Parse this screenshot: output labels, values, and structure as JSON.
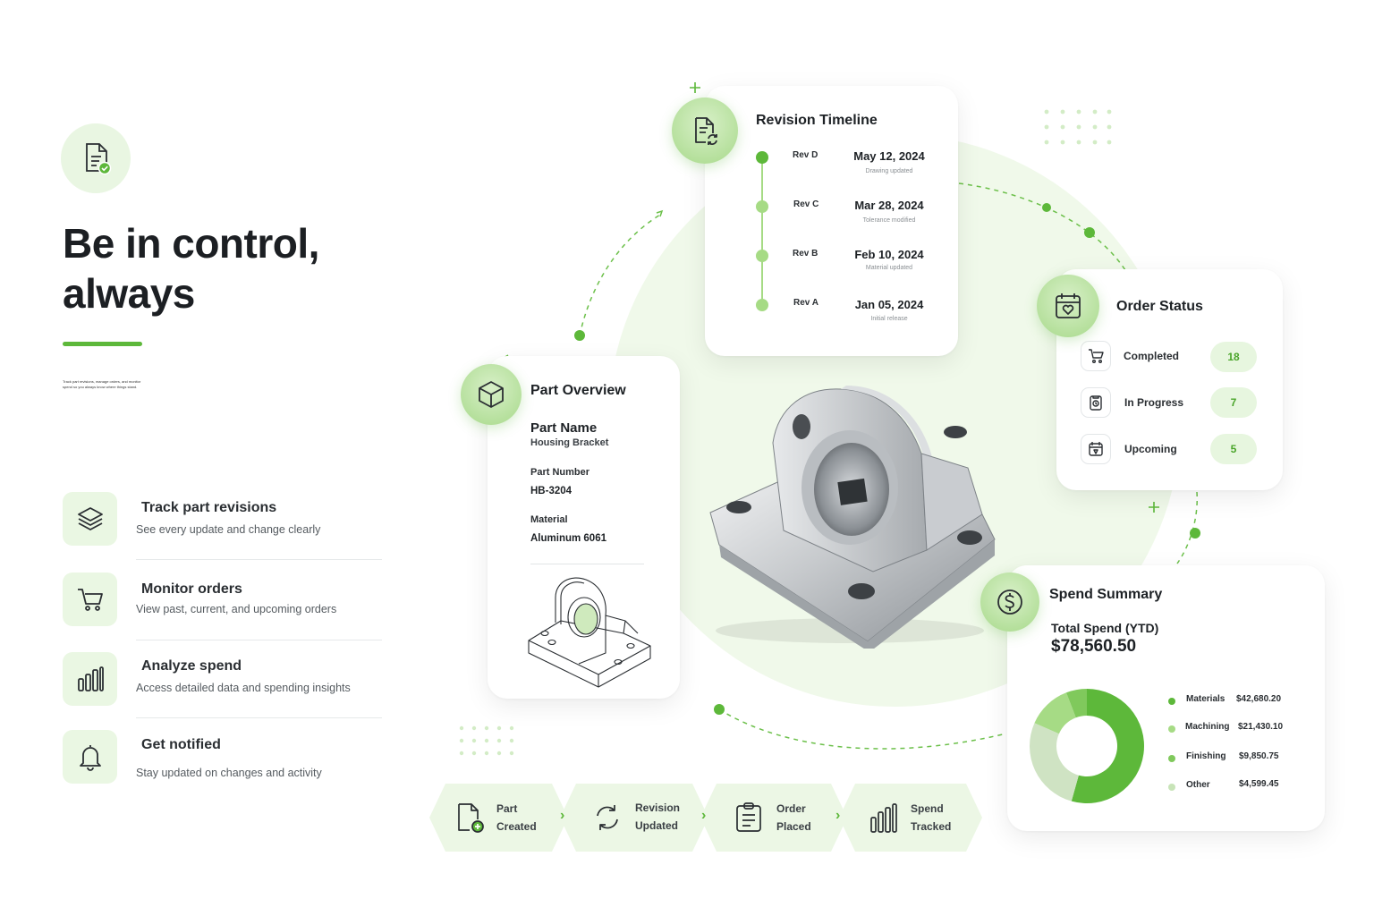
{
  "hero": {
    "icon": "document-check-icon",
    "headline_line1": "Be in control,",
    "headline_line2": "always",
    "tagline": "Track part revisions, manage orders, and monitor spend so you always know where things stand."
  },
  "features": [
    {
      "icon": "layers-icon",
      "title": "Track part revisions",
      "desc": "See every update and change clearly"
    },
    {
      "icon": "cart-icon",
      "title": "Monitor orders",
      "desc": "View past, current, and upcoming orders"
    },
    {
      "icon": "bar-chart-icon",
      "title": "Analyze spend",
      "desc": "Access detailed data and spending insights"
    },
    {
      "icon": "bell-icon",
      "title": "Get notified",
      "desc": "Stay updated on changes and activity"
    }
  ],
  "revision_timeline": {
    "title": "Revision Timeline",
    "icon": "document-refresh-icon",
    "items": [
      {
        "rev": "Rev D",
        "date": "May 12, 2024",
        "note": "Drawing updated"
      },
      {
        "rev": "Rev C",
        "date": "Mar 28, 2024",
        "note": "Tolerance modified"
      },
      {
        "rev": "Rev B",
        "date": "Feb 10, 2024",
        "note": "Material updated"
      },
      {
        "rev": "Rev A",
        "date": "Jan 05, 2024",
        "note": "Initial release"
      }
    ]
  },
  "part_overview": {
    "title": "Part Overview",
    "icon": "cube-icon",
    "name_label": "Part Name",
    "name_value": "Housing Bracket",
    "number_label": "Part Number",
    "number_value": "HB-3204",
    "material_label": "Material",
    "material_value": "Aluminum 6061"
  },
  "order_status": {
    "title": "Order Status",
    "icon": "calendar-heart-icon",
    "rows": [
      {
        "icon": "cart-icon",
        "label": "Completed",
        "count": "18"
      },
      {
        "icon": "clipboard-clock-icon",
        "label": "In Progress",
        "count": "7"
      },
      {
        "icon": "calendar-upcoming-icon",
        "label": "Upcoming",
        "count": "5"
      }
    ]
  },
  "spend_summary": {
    "title": "Spend Summary",
    "icon": "dollar-icon",
    "total_label": "Total Spend (YTD)",
    "total_value": "$78,560.50",
    "legend": [
      {
        "label": "Materials",
        "value": "$42,680.20",
        "color": "#5db83a"
      },
      {
        "label": "Machining",
        "value": "$21,430.10",
        "color": "#a6db85"
      },
      {
        "label": "Finishing",
        "value": "$9,850.75",
        "color": "#80c95c"
      },
      {
        "label": "Other",
        "value": "$4,599.45",
        "color": "#c8e4b8"
      }
    ]
  },
  "chart_data": {
    "type": "pie",
    "categories": [
      "Materials",
      "Machining",
      "Finishing",
      "Other"
    ],
    "values": [
      42680.2,
      21430.1,
      9850.75,
      4599.45
    ],
    "colors": [
      "#5db83a",
      "#cfe3c3",
      "#a6db85",
      "#80c95c"
    ]
  },
  "workflow": [
    {
      "icon": "file-add-icon",
      "line1": "Part",
      "line2": "Created"
    },
    {
      "icon": "refresh-icon",
      "line1": "Revision",
      "line2": "Updated"
    },
    {
      "icon": "clipboard-list-icon",
      "line1": "Order",
      "line2": "Placed"
    },
    {
      "icon": "bar-chart-icon",
      "line1": "Spend",
      "line2": "Tracked"
    }
  ],
  "colors": {
    "accent": "#5db83a",
    "accent_light": "#e9f6e2",
    "text": "#1d2125"
  }
}
